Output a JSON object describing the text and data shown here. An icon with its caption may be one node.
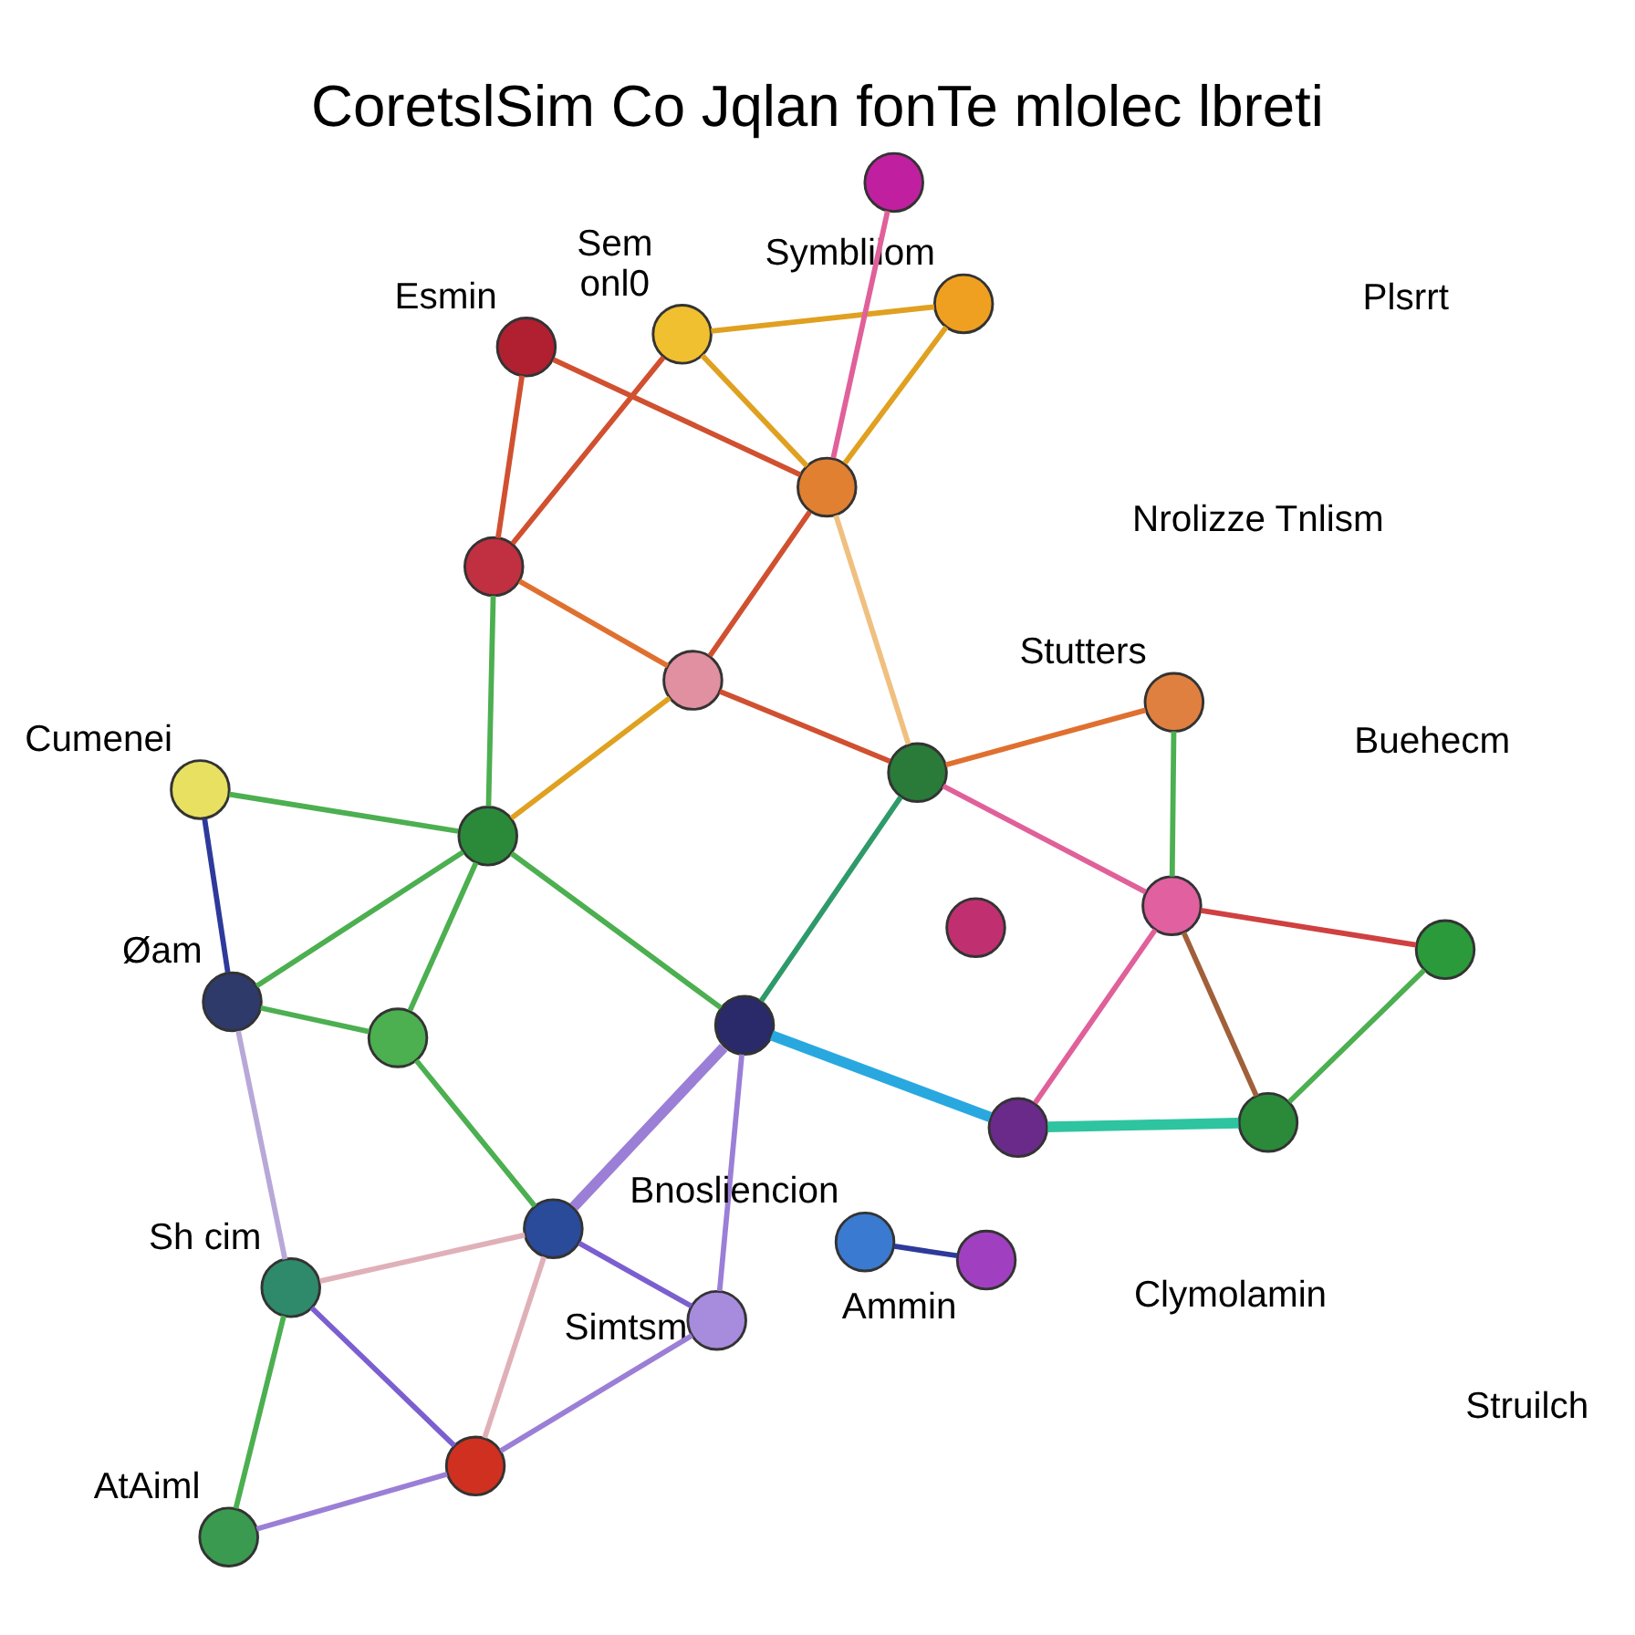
{
  "diagram": {
    "title": "CoretslSim Co Jqlan fonTe mlolec lbreti",
    "nodes": [
      {
        "text": [],
        "shape": "circle",
        "beside": [
          "Simtsm"
        ]
      },
      {
        "text": [],
        "shape": "circle"
      },
      {
        "text": [],
        "shape": "circle",
        "beside": [
          "AtAiml"
        ]
      },
      {
        "text": [],
        "shape": "circle"
      },
      {
        "text": [],
        "shape": "circle",
        "beside": [
          "Sh cim"
        ]
      },
      {
        "text": [],
        "shape": "circle"
      },
      {
        "text": [],
        "shape": "circle"
      },
      {
        "text": [],
        "shape": "circle",
        "beside": [
          "Øam"
        ]
      },
      {
        "text": [],
        "shape": "circle",
        "beside": [
          "Bnosliencion"
        ]
      },
      {
        "text": [],
        "shape": "circle",
        "beside": [
          "Ammin"
        ]
      },
      {
        "text": [],
        "shape": "circle"
      },
      {
        "text": [],
        "shape": "circle"
      },
      {
        "text": [],
        "shape": "circle",
        "beside": [
          "Cumenei"
        ]
      },
      {
        "text": [],
        "shape": "circle"
      },
      {
        "text": [],
        "shape": "circle"
      },
      {
        "text": [],
        "shape": "circle"
      },
      {
        "text": [],
        "shape": "circle",
        "beside": [
          "Sem",
          "onl0"
        ]
      },
      {
        "text": [],
        "shape": "circle"
      },
      {
        "text": [],
        "shape": "circle",
        "beside": [
          "Symbliiom"
        ]
      },
      {
        "text": [],
        "shape": "circle"
      },
      {
        "text": [],
        "shape": "circle"
      },
      {
        "text": [],
        "shape": "circle",
        "beside": [
          "Esmin"
        ]
      },
      {
        "text": [],
        "shape": "circle"
      },
      {
        "text": [],
        "shape": "circle"
      },
      {
        "text": [],
        "shape": "circle",
        "beside": [
          "Stutters"
        ]
      },
      {
        "text": [],
        "shape": "circle"
      }
    ],
    "edges": [
      {
        "from": 0,
        "to": 1,
        "arrow": "none",
        "color": "#9b7fd6"
      },
      {
        "from": 0,
        "to": 5,
        "arrow": "none",
        "color": "#7b5fd0"
      },
      {
        "from": 0,
        "to": 10,
        "arrow": "none",
        "color": "#9b7fd6"
      },
      {
        "from": 1,
        "to": 2,
        "arrow": "none",
        "color": "#9b7fd6"
      },
      {
        "from": 1,
        "to": 4,
        "arrow": "none",
        "color": "#7b5fd0"
      },
      {
        "from": 1,
        "to": 5,
        "arrow": "none",
        "color": "#e0b0b8"
      },
      {
        "from": 2,
        "to": 4,
        "arrow": "none",
        "color": "#4caf50"
      },
      {
        "from": 4,
        "to": 5,
        "arrow": "none",
        "color": "#e0b0b8"
      },
      {
        "from": 4,
        "to": 7,
        "arrow": "none",
        "color": "#b8a8d8"
      },
      {
        "from": 5,
        "to": 10,
        "arrow": "none",
        "style": "thick",
        "color": "#9b7fd6"
      },
      {
        "from": 5,
        "to": 6,
        "arrow": "none",
        "color": "#4caf50"
      },
      {
        "from": 6,
        "to": 7,
        "arrow": "none",
        "color": "#4caf50"
      },
      {
        "from": 6,
        "to": 11,
        "arrow": "none",
        "color": "#4caf50"
      },
      {
        "from": 7,
        "to": 11,
        "arrow": "none",
        "color": "#4caf50"
      },
      {
        "from": 7,
        "to": 12,
        "arrow": "none",
        "color": "#2e3a9a"
      },
      {
        "from": 8,
        "to": 9,
        "arrow": "none",
        "color": "#2e3a9a"
      },
      {
        "from": 10,
        "to": 11,
        "arrow": "none",
        "color": "#4caf50"
      },
      {
        "from": 10,
        "to": 13,
        "arrow": "none",
        "style": "thick",
        "color": "#29a8e0"
      },
      {
        "from": 10,
        "to": 20,
        "arrow": "none",
        "color": "#2e9a6a"
      },
      {
        "from": 11,
        "to": 12,
        "arrow": "none",
        "color": "#4caf50"
      },
      {
        "from": 11,
        "to": 14,
        "arrow": "none",
        "color": "#e0a020"
      },
      {
        "from": 11,
        "to": 15,
        "arrow": "none",
        "color": "#4caf50"
      },
      {
        "from": 13,
        "to": 19,
        "arrow": "none",
        "style": "thick",
        "color": "#2ec4a0"
      },
      {
        "from": 13,
        "to": 22,
        "arrow": "none",
        "color": "#e0609a"
      },
      {
        "from": 19,
        "to": 23,
        "arrow": "none",
        "color": "#4caf50"
      },
      {
        "from": 19,
        "to": 22,
        "arrow": "none",
        "color": "#a0603a"
      },
      {
        "from": 22,
        "to": 20,
        "arrow": "none",
        "color": "#e0609a"
      },
      {
        "from": 23,
        "to": 22,
        "arrow": "none",
        "color": "#d04040"
      },
      {
        "from": 22,
        "to": 24,
        "arrow": "none",
        "color": "#4caf50"
      },
      {
        "from": 20,
        "to": 24,
        "arrow": "none",
        "color": "#e07030"
      },
      {
        "from": 20,
        "to": 14,
        "arrow": "none",
        "color": "#d05030"
      },
      {
        "from": 20,
        "to": 17,
        "arrow": "none",
        "color": "#f0c080"
      },
      {
        "from": 14,
        "to": 15,
        "arrow": "none",
        "color": "#e07030"
      },
      {
        "from": 14,
        "to": 17,
        "arrow": "none",
        "color": "#d05030"
      },
      {
        "from": 15,
        "to": 21,
        "arrow": "none",
        "color": "#d05030"
      },
      {
        "from": 15,
        "to": 16,
        "arrow": "none",
        "color": "#d05030"
      },
      {
        "from": 16,
        "to": 17,
        "arrow": "none",
        "color": "#e0a020"
      },
      {
        "from": 17,
        "to": 18,
        "arrow": "none",
        "color": "#e0a020"
      },
      {
        "from": 16,
        "to": 18,
        "arrow": "none",
        "color": "#e0a020"
      },
      {
        "from": 17,
        "to": 21,
        "arrow": "none",
        "color": "#d05030"
      },
      {
        "from": 17,
        "to": 25,
        "arrow": "none",
        "color": "#e0609a"
      }
    ],
    "labels": [
      "Plsrrt",
      "Struilch",
      "Clymolamin",
      "Buehecm",
      "Nrolizze Tnlism"
    ]
  }
}
